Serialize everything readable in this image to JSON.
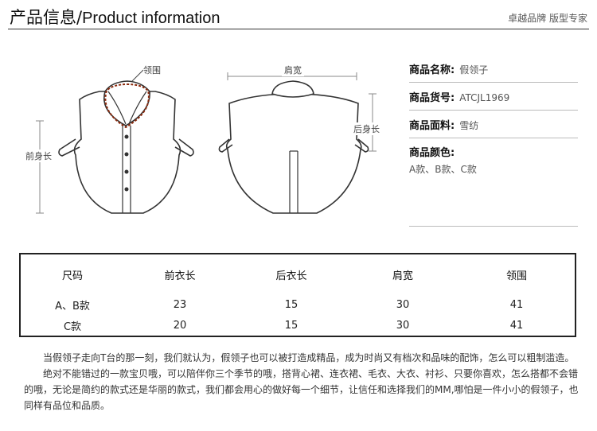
{
  "header": {
    "title_cn": "产品信息",
    "title_sep": "/",
    "title_en": "Product information",
    "tagline": "卓越品牌 版型专家"
  },
  "diagram": {
    "front": {
      "collar_label": "领围",
      "length_label": "前身长"
    },
    "back": {
      "shoulder_label": "肩宽",
      "length_label": "后身长"
    }
  },
  "info": {
    "name_label": "商品名称:",
    "name_value": "假领子",
    "code_label": "商品货号:",
    "code_value": "ATCJL1969",
    "fabric_label": "商品面料:",
    "fabric_value": "雪纺",
    "color_label": "商品颜色:",
    "color_value": "A款、B款、C款"
  },
  "size_table": {
    "headers": [
      "尺码",
      "前衣长",
      "后衣长",
      "肩宽",
      "领围"
    ],
    "rows": [
      [
        "A、B款",
        "23",
        "15",
        "30",
        "41"
      ],
      [
        "C款",
        "20",
        "15",
        "30",
        "41"
      ]
    ]
  },
  "description": {
    "p1": "当假领子走向T台的那一刻，我们就认为，假领子也可以被打造成精品，成为时尚又有档次和品味的配饰，怎么可以粗制滥造。",
    "p2": "绝对不能错过的一款宝贝哦，可以陪伴你三个季节的哦，搭背心裙、连衣裙、毛衣、大衣、衬衫、只要你喜欢，怎么搭都不会错的哦，无论是简约的款式还是华丽的款式，我们都会用心的做好每一个细节，让信任和选择我们的MM,哪怕是一件小小的假领子，也同样有品位和品质。"
  }
}
